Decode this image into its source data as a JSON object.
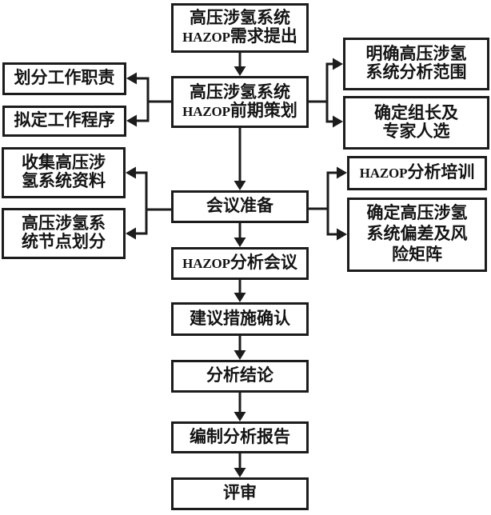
{
  "diagram": {
    "type": "flowchart",
    "language": "zh-CN",
    "colors": {
      "background": "#ffffff",
      "line": "#1c1c1c",
      "box_fill": "#ffffff",
      "text": "#141414"
    },
    "nodes": {
      "demand": {
        "label": "高压涉氢系统\nHAZOP需求提出"
      },
      "planning": {
        "label": "高压涉氢系统\nHAZOP前期策划"
      },
      "duty": {
        "label": "划分工作职责"
      },
      "procedure": {
        "label": "拟定工作程序"
      },
      "scope": {
        "label": "明确高压涉氢\n系统分析范围"
      },
      "leader": {
        "label": "确定组长及\n专家人选"
      },
      "collect": {
        "label": "收集高压涉\n氢系统资料"
      },
      "node_division": {
        "label": "高压涉氢系\n统节点划分"
      },
      "meeting_prep": {
        "label": "会议准备"
      },
      "training": {
        "label": "HAZOP分析培训"
      },
      "risk_matrix": {
        "label": "确定高压涉氢\n系统偏差及风\n险矩阵"
      },
      "analysis_meeting": {
        "label": "HAZOP分析会议"
      },
      "measures": {
        "label": "建议措施确认"
      },
      "conclusion": {
        "label": "分析结论"
      },
      "report": {
        "label": "编制分析报告"
      },
      "review": {
        "label": "评审"
      }
    },
    "edges": [
      {
        "from": "demand",
        "to": "planning"
      },
      {
        "from": "planning",
        "to": "duty"
      },
      {
        "from": "planning",
        "to": "procedure"
      },
      {
        "from": "planning",
        "to": "scope"
      },
      {
        "from": "planning",
        "to": "leader"
      },
      {
        "from": "planning",
        "to": "meeting_prep"
      },
      {
        "from": "meeting_prep",
        "to": "collect"
      },
      {
        "from": "meeting_prep",
        "to": "node_division"
      },
      {
        "from": "meeting_prep",
        "to": "training"
      },
      {
        "from": "meeting_prep",
        "to": "risk_matrix"
      },
      {
        "from": "meeting_prep",
        "to": "analysis_meeting"
      },
      {
        "from": "analysis_meeting",
        "to": "measures"
      },
      {
        "from": "measures",
        "to": "conclusion"
      },
      {
        "from": "conclusion",
        "to": "report"
      },
      {
        "from": "report",
        "to": "review"
      }
    ]
  }
}
